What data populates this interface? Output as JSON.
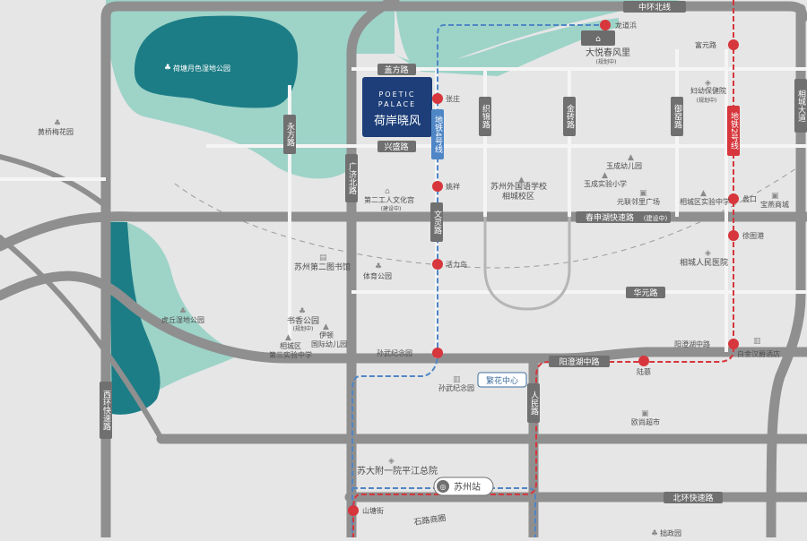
{
  "colors": {
    "background": "#e6e6e6",
    "road": "#8f8f8f",
    "road_light": "#f5f5f5",
    "lake": "#1c7d86",
    "park": "#9ed3c8",
    "metro_line4": "#4f86c6",
    "metro_line2": "#d6363c",
    "brand": "#1d3e78",
    "label_dark": "#4d4d4d"
  },
  "roads": {
    "zhonghuan_north": "中环北线",
    "gaifang": "盖方路",
    "yongfang": "永方路",
    "xingsheng": "兴盛路",
    "guangji_north": "广济北路",
    "zhijin": "织锦路",
    "jinzhuan": "金砖路",
    "yuyao": "御窑路",
    "chunshenhu": "春申湖快速路",
    "chunshenhu_note": "(建设中)",
    "wenling": "文灵路",
    "huayuan": "华元路",
    "yangchenghu_middle": "阳澄湖中路",
    "renmin": "人民路",
    "xihuan": "西环快速路",
    "beihuan": "北环快速路",
    "xiangcheng_right": "相城大道"
  },
  "metro": {
    "line4": "地铁4号线",
    "line2": "地铁2号线",
    "stations": {
      "longdaobang": "龙道浜",
      "hongzhuang": "张庄",
      "yaoxiang": "姚祥",
      "huoli_island": "活力岛",
      "sunwu": "孙武纪念园",
      "shantangjie": "山塘街",
      "luomu": "陆慕",
      "fuyuan": "富元路",
      "likou": "蠡口",
      "xutuanggang": "徐图港",
      "yangchenghu_south": "阳澄湖中路"
    }
  },
  "pois": {
    "heyue_park": "荷塘月色湿地公园",
    "huangqiao_garden": "黄桥梅花园",
    "dayue": "大悦春风里",
    "dayue_note": "(规划中)",
    "maternal_hospital": "妇幼保健院",
    "maternal_note": "(规划中)",
    "yucheng_yuan": "玉成幼儿园",
    "foreign_school": "苏州外国语学校",
    "foreign_school_campus": "相城校区",
    "yucheng_primary": "玉成实验小学",
    "yuanlian": "元联邻里广场",
    "xiangcheng_exp_mid": "相城区实验中学",
    "baoxi": "宝燕商城",
    "worker_palace": "第二工人文化宫",
    "worker_palace_note": "(建设中)",
    "library": "苏州第二图书馆",
    "sports_park": "体育公园",
    "people_hospital": "相城人民医院",
    "huqiu_park": "虎丘湿地公园",
    "shuxiang_park": "书香公园",
    "shuxiang_note": "(规划中)",
    "yidun": "伊顿",
    "yidun_kg": "国际幼儿园",
    "xiangcheng_district": "相城区",
    "third_exp_mid": "第三实验中学",
    "golden_hotel": "白金汉爵酒店",
    "sunwu_park": "孙武纪念园",
    "fanhua": "繁花中心",
    "oushang": "欧尚超市",
    "first_hospital": "苏大附一院平江总院",
    "suzhou_station": "苏州站",
    "shilu": "石路商圈",
    "zhuozheng": "拙政园"
  },
  "project": {
    "logo_en_1": "POETIC",
    "logo_en_2": "PALACE",
    "name_cn": "荷岸晓风"
  }
}
